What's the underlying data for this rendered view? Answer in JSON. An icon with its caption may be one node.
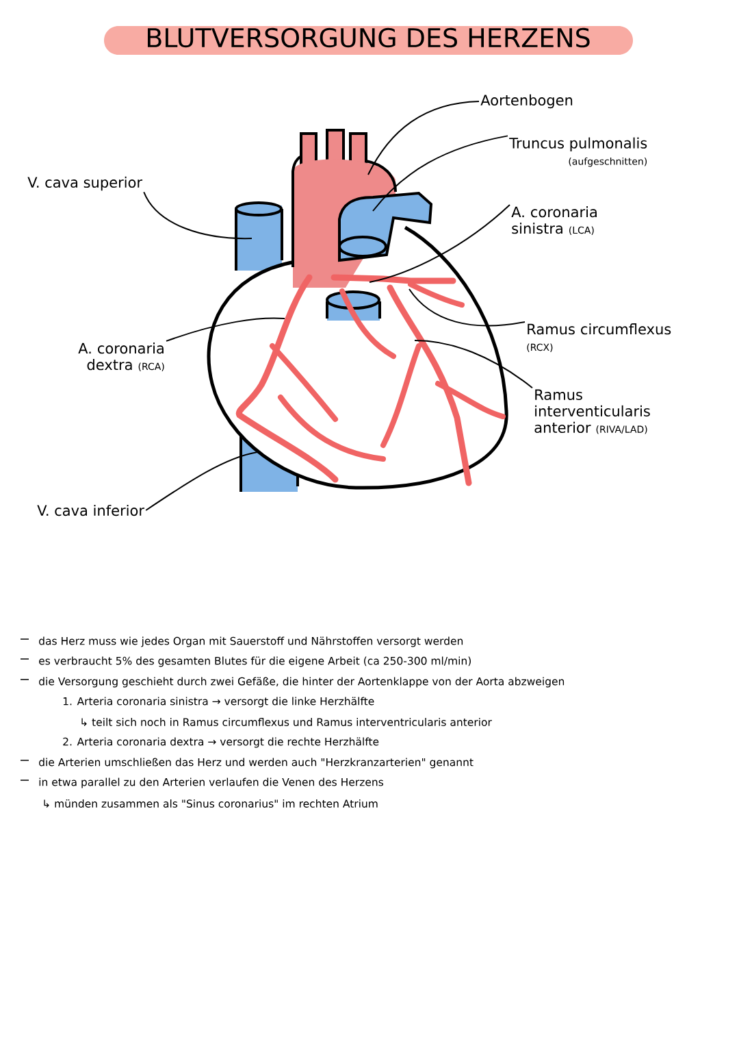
{
  "diagram": {
    "title": "BLUTVERSORGUNG DES HERZENS",
    "nodes": [
      {
        "text": [
          "Aortenbogen"
        ]
      },
      {
        "text": [
          "Truncus pulmonalis",
          "(aufgeschnitten)"
        ]
      },
      {
        "text": [
          "V. cava superior"
        ]
      },
      {
        "text": [
          "A. coronaria sinistra",
          "(LCA)"
        ]
      },
      {
        "text": [
          "Ramus circumflexus",
          "(RCX)"
        ]
      },
      {
        "text": [
          "A. coronaria dextra",
          "(RCA)"
        ]
      },
      {
        "text": [
          "Ramus interventicularis anterior",
          "(RIVA/LAD)"
        ]
      },
      {
        "text": [
          "V. cava inferior"
        ]
      }
    ],
    "edges": [
      {
        "from": 0,
        "to": null,
        "arrow": "none"
      },
      {
        "from": 1,
        "to": null,
        "arrow": "none"
      },
      {
        "from": 2,
        "to": null,
        "arrow": "none"
      },
      {
        "from": 3,
        "to": null,
        "arrow": "none"
      },
      {
        "from": 4,
        "to": null,
        "arrow": "none"
      },
      {
        "from": 5,
        "to": null,
        "arrow": "none"
      },
      {
        "from": 6,
        "to": null,
        "arrow": "none"
      },
      {
        "from": 7,
        "to": null,
        "arrow": "none"
      }
    ],
    "labels": [
      "das Herz muss wie jedes Organ mit Sauerstoff und Nährstoffen versorgt werden",
      "es verbraucht 5% des gesamten Blutes für die eigene Arbeit (ca 250-300 ml/min)",
      "die Versorgung geschieht durch zwei Gefäße, die hinter der Aortenklappe von der Aorta abzweigen",
      "1. Arteria coronaria sinistra → versorgt die linke Herzhälfte",
      "↳ teilt sich noch in Ramus circumflexus und Ramus interventricularis anterior",
      "2. Arteria coronaria dextra → versorgt die rechte Herzhälfte",
      "die Arterien umschließen das Herz und werden auch \"Herzkranzarterien\" genannt",
      "in etwa parallel zu den Arterien verlaufen die Venen des Herzens",
      "↳ münden zusammen als \"Sinus coronarius\" im rechten Atrium"
    ]
  }
}
